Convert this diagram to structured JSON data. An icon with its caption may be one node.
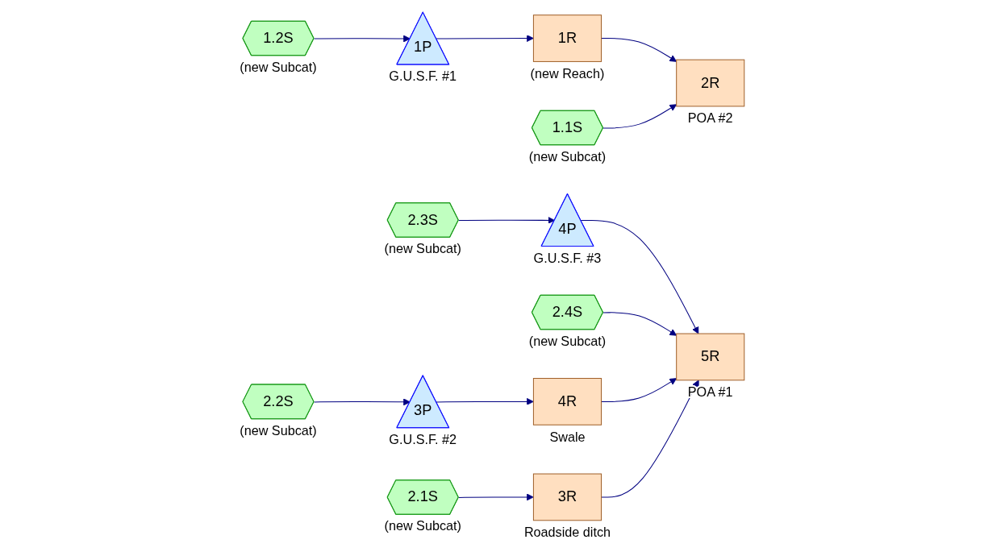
{
  "diagram": {
    "nodes": [
      {
        "text": [
          "1.2S"
        ],
        "beside": [
          "(new Subcat)"
        ]
      },
      {
        "text": [
          "2.4S"
        ],
        "beside": [
          "(new Subcat)"
        ]
      },
      {
        "text": [
          "1P"
        ],
        "beside": [
          "G.U.S.F. #1"
        ]
      },
      {
        "text": [
          "2.3S"
        ],
        "beside": [
          "(new Subcat)"
        ]
      },
      {
        "text": [
          "4P"
        ],
        "beside": [
          "G.U.S.F. #3"
        ]
      },
      {
        "text": [
          "1R"
        ],
        "beside": [
          "(new Reach)"
        ]
      },
      {
        "text": [
          "1.1S"
        ],
        "beside": [
          "(new Subcat)"
        ]
      },
      {
        "text": [
          "2.2S"
        ],
        "beside": [
          "(new Subcat)"
        ]
      },
      {
        "text": [
          "3P"
        ],
        "beside": [
          "G.U.S.F. #2"
        ]
      },
      {
        "text": [
          "4R"
        ],
        "beside": [
          "Swale"
        ]
      },
      {
        "text": [
          "5R"
        ],
        "beside": [
          "POA #1"
        ]
      },
      {
        "text": [
          "2R"
        ],
        "beside": [
          "POA #2"
        ]
      },
      {
        "text": [
          "2.1S"
        ],
        "beside": [
          "(new Subcat)"
        ]
      },
      {
        "text": [
          "3R"
        ],
        "beside": [
          "Roadside ditch"
        ]
      }
    ],
    "edges": [
      {
        "from": 0,
        "to": 2,
        "arrow": "to"
      },
      {
        "from": 2,
        "to": 5,
        "arrow": "to"
      },
      {
        "from": 5,
        "to": 11,
        "arrow": "to"
      },
      {
        "from": 6,
        "to": 11,
        "arrow": "to"
      },
      {
        "from": 3,
        "to": 4,
        "arrow": "to"
      },
      {
        "from": 4,
        "to": 10,
        "arrow": "to"
      },
      {
        "from": 1,
        "to": 10,
        "arrow": "to"
      },
      {
        "from": 7,
        "to": 8,
        "arrow": "to"
      },
      {
        "from": 8,
        "to": 9,
        "arrow": "to"
      },
      {
        "from": 9,
        "to": 10,
        "arrow": "to"
      },
      {
        "from": 12,
        "to": 13,
        "arrow": "to"
      },
      {
        "from": 13,
        "to": 10,
        "arrow": "to"
      }
    ]
  }
}
